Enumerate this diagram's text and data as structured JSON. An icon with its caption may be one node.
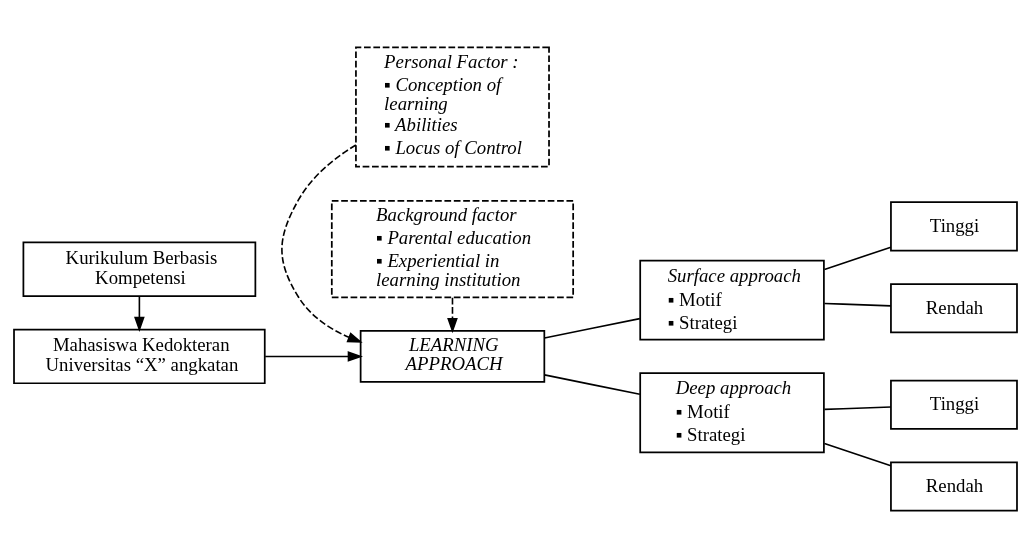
{
  "diagram": {
    "nodes": [
      {
        "text": [
          "Kurikulum Berbasis Kompetensi"
        ]
      },
      {
        "text": [
          "Mahasiswa Kedokteran Universitas “X” angkatan"
        ]
      },
      {
        "text": [
          "Personal Factor :",
          "▪ Conception of learning",
          "▪ Abilities",
          "▪ Locus of Control"
        ]
      },
      {
        "text": [
          "LEARNING APPROACH"
        ]
      },
      {
        "text": [
          "Background factor",
          "▪ Parental education",
          "▪ Experiential in learning institution"
        ]
      },
      {
        "text": [
          "Surface approach",
          "▪ Motif",
          "▪ Strategi"
        ]
      },
      {
        "text": [
          "Deep approach",
          "▪ Motif",
          "▪ Strategi"
        ]
      },
      {
        "text": [
          "Tinggi"
        ]
      },
      {
        "text": [
          "Rendah"
        ]
      },
      {
        "text": [
          "Tinggi"
        ]
      },
      {
        "text": [
          "Rendah"
        ]
      }
    ],
    "edges": [
      {
        "from": 0,
        "to": 1,
        "arrow": "to"
      },
      {
        "from": 1,
        "to": 3,
        "arrow": "to"
      },
      {
        "from": 2,
        "to": 3,
        "arrow": "to",
        "style": "dashed"
      },
      {
        "from": 4,
        "to": 3,
        "arrow": "to",
        "style": "dashed"
      },
      {
        "from": 3,
        "to": 5,
        "arrow": "none"
      },
      {
        "from": 3,
        "to": 6,
        "arrow": "none"
      },
      {
        "from": 5,
        "to": 7,
        "arrow": "none"
      },
      {
        "from": 5,
        "to": 8,
        "arrow": "none"
      },
      {
        "from": 6,
        "to": 9,
        "arrow": "none"
      },
      {
        "from": 6,
        "to": 10,
        "arrow": "none"
      }
    ]
  }
}
